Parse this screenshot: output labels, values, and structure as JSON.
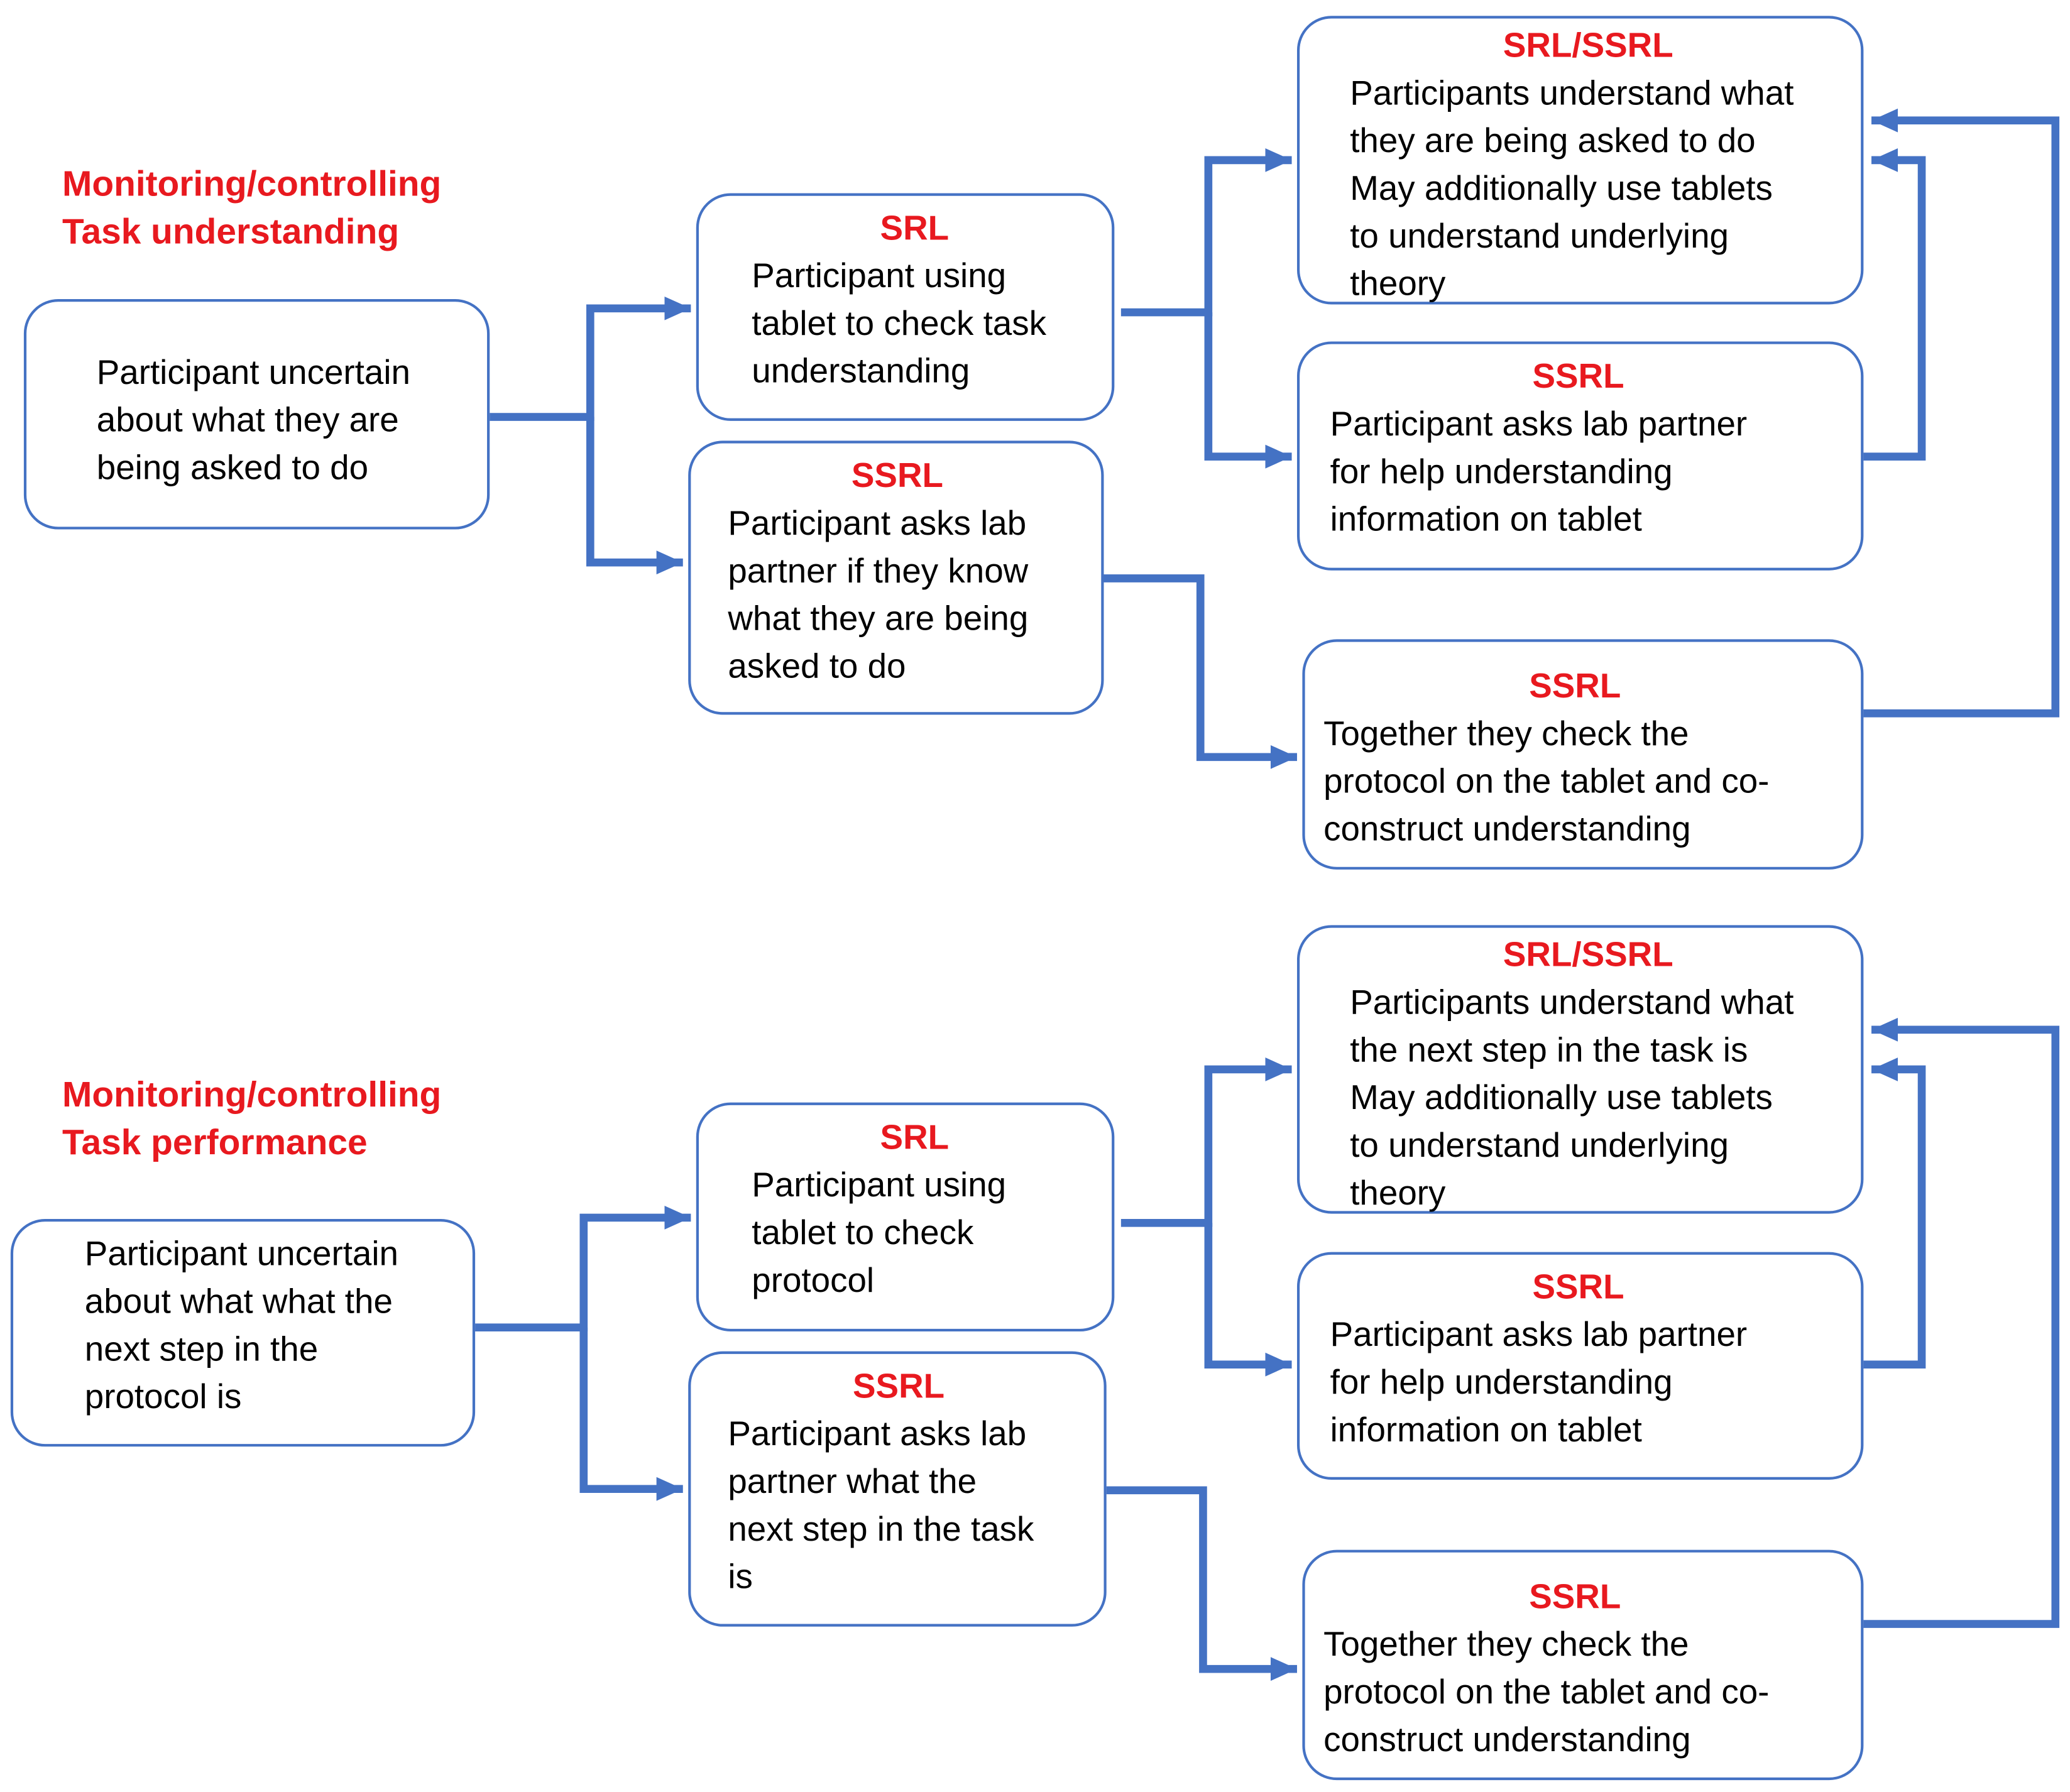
{
  "colors": {
    "connector": "#4472c4",
    "box_border": "#4472c4",
    "label_red": "#e8191f",
    "text": "#000000",
    "background": "#ffffff"
  },
  "sections": [
    {
      "title_line1": "Monitoring/controlling",
      "title_line2": "Task understanding",
      "start": {
        "text": "Participant uncertain\nabout what they are\nbeing asked to do"
      },
      "srl_tablet": {
        "label": "SRL",
        "text": "Participant using\ntablet to check task\nunderstanding"
      },
      "ssrl_partner": {
        "label": "SSRL",
        "text": "Participant asks lab\npartner if they know\nwhat they are being\nasked to do"
      },
      "outcome": {
        "label": "SRL/SSRL",
        "text": "Participants understand what\nthey are being asked to do\nMay additionally use tablets\nto understand underlying\ntheory"
      },
      "ssrl_help": {
        "label": "SSRL",
        "text": "Participant asks lab partner\nfor help understanding\ninformation on tablet"
      },
      "ssrl_together": {
        "label": "SSRL",
        "text": "Together they check the\nprotocol on the tablet and co-\nconstruct understanding"
      }
    },
    {
      "title_line1": "Monitoring/controlling",
      "title_line2": "Task performance",
      "start": {
        "text": "Participant uncertain\nabout what what the\nnext step in the\nprotocol is"
      },
      "srl_tablet": {
        "label": "SRL",
        "text": "Participant using\ntablet to check\nprotocol"
      },
      "ssrl_partner": {
        "label": "SSRL",
        "text": "Participant asks lab\npartner what the\nnext step in the task\nis"
      },
      "outcome": {
        "label": "SRL/SSRL",
        "text": "Participants understand what\nthe next step in the task is\nMay additionally use tablets\nto understand underlying\ntheory"
      },
      "ssrl_help": {
        "label": "SSRL",
        "text": "Participant asks lab partner\nfor help understanding\ninformation on tablet"
      },
      "ssrl_together": {
        "label": "SSRL",
        "text": "Together they check the\nprotocol on the tablet and co-\nconstruct understanding"
      }
    }
  ]
}
